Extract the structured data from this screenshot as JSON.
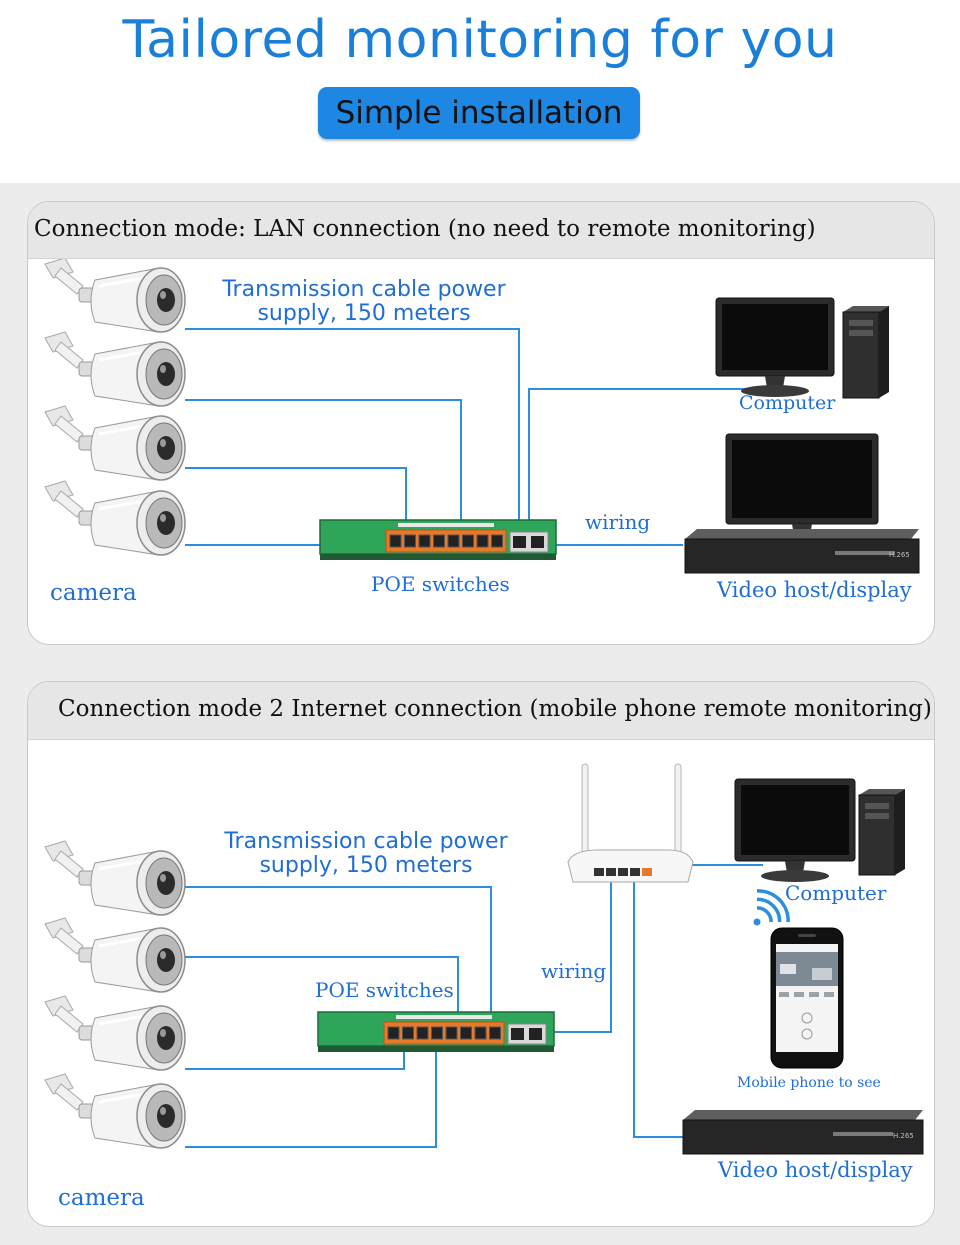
{
  "header": {
    "title": "Tailored monitoring for you",
    "badge": "Simple installation"
  },
  "colors": {
    "title_blue": "#1a7fd9",
    "badge_blue": "#1e86e3",
    "wire_blue": "#2b8ee0",
    "label_blue": "#1f6ed4",
    "switch_green": "#2fa55a",
    "port_orange": "#e8782a"
  },
  "mode1": {
    "heading": "Connection mode: LAN connection (no need to remote monitoring)",
    "cable_line1": "Transmission cable power",
    "cable_line2": "supply, 150 meters",
    "camera": "camera",
    "switch": "POE switches",
    "wiring": "wiring",
    "computer": "Computer",
    "video": "Video host/display",
    "nvr_badge": "H.265"
  },
  "mode2": {
    "heading": "Connection mode 2 Internet connection (mobile phone remote monitoring)",
    "cable_line1": "Transmission cable power",
    "cable_line2": "supply, 150 meters",
    "camera": "camera",
    "switch": "POE switches",
    "wiring": "wiring",
    "computer": "Computer",
    "mobile": "Mobile phone to see",
    "video": "Video host/display",
    "nvr_badge": "H.265"
  },
  "icons": [
    "cctv-camera-icon",
    "poe-switch-icon",
    "monitor-icon",
    "pc-tower-icon",
    "nvr-recorder-icon",
    "wifi-router-icon",
    "smartphone-icon",
    "wifi-signal-icon"
  ]
}
